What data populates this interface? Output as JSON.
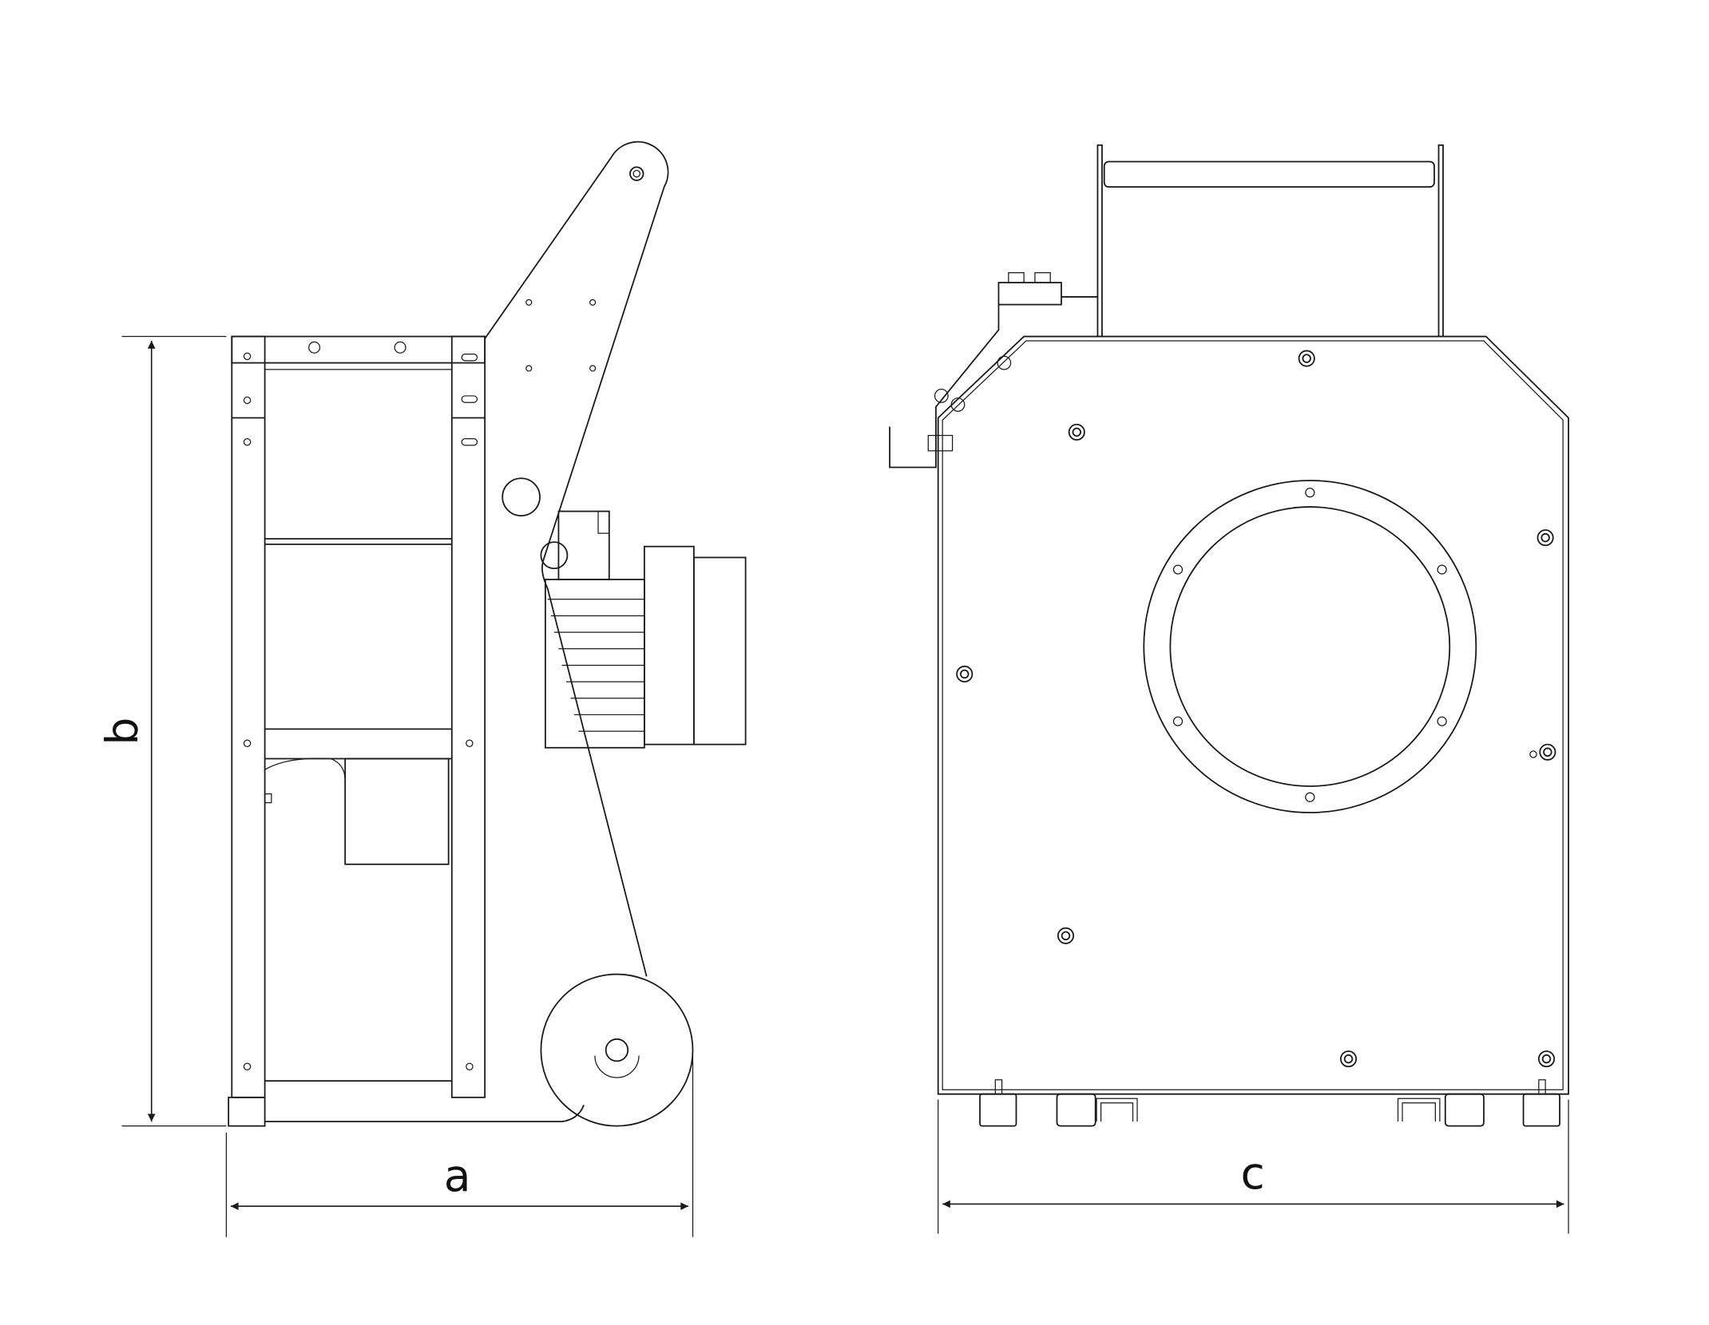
{
  "drawing": {
    "dimension_labels": {
      "width_side": "a",
      "height": "b",
      "width_front": "c"
    },
    "line_color": "#1a1a1a",
    "background_color": "#ffffff"
  }
}
